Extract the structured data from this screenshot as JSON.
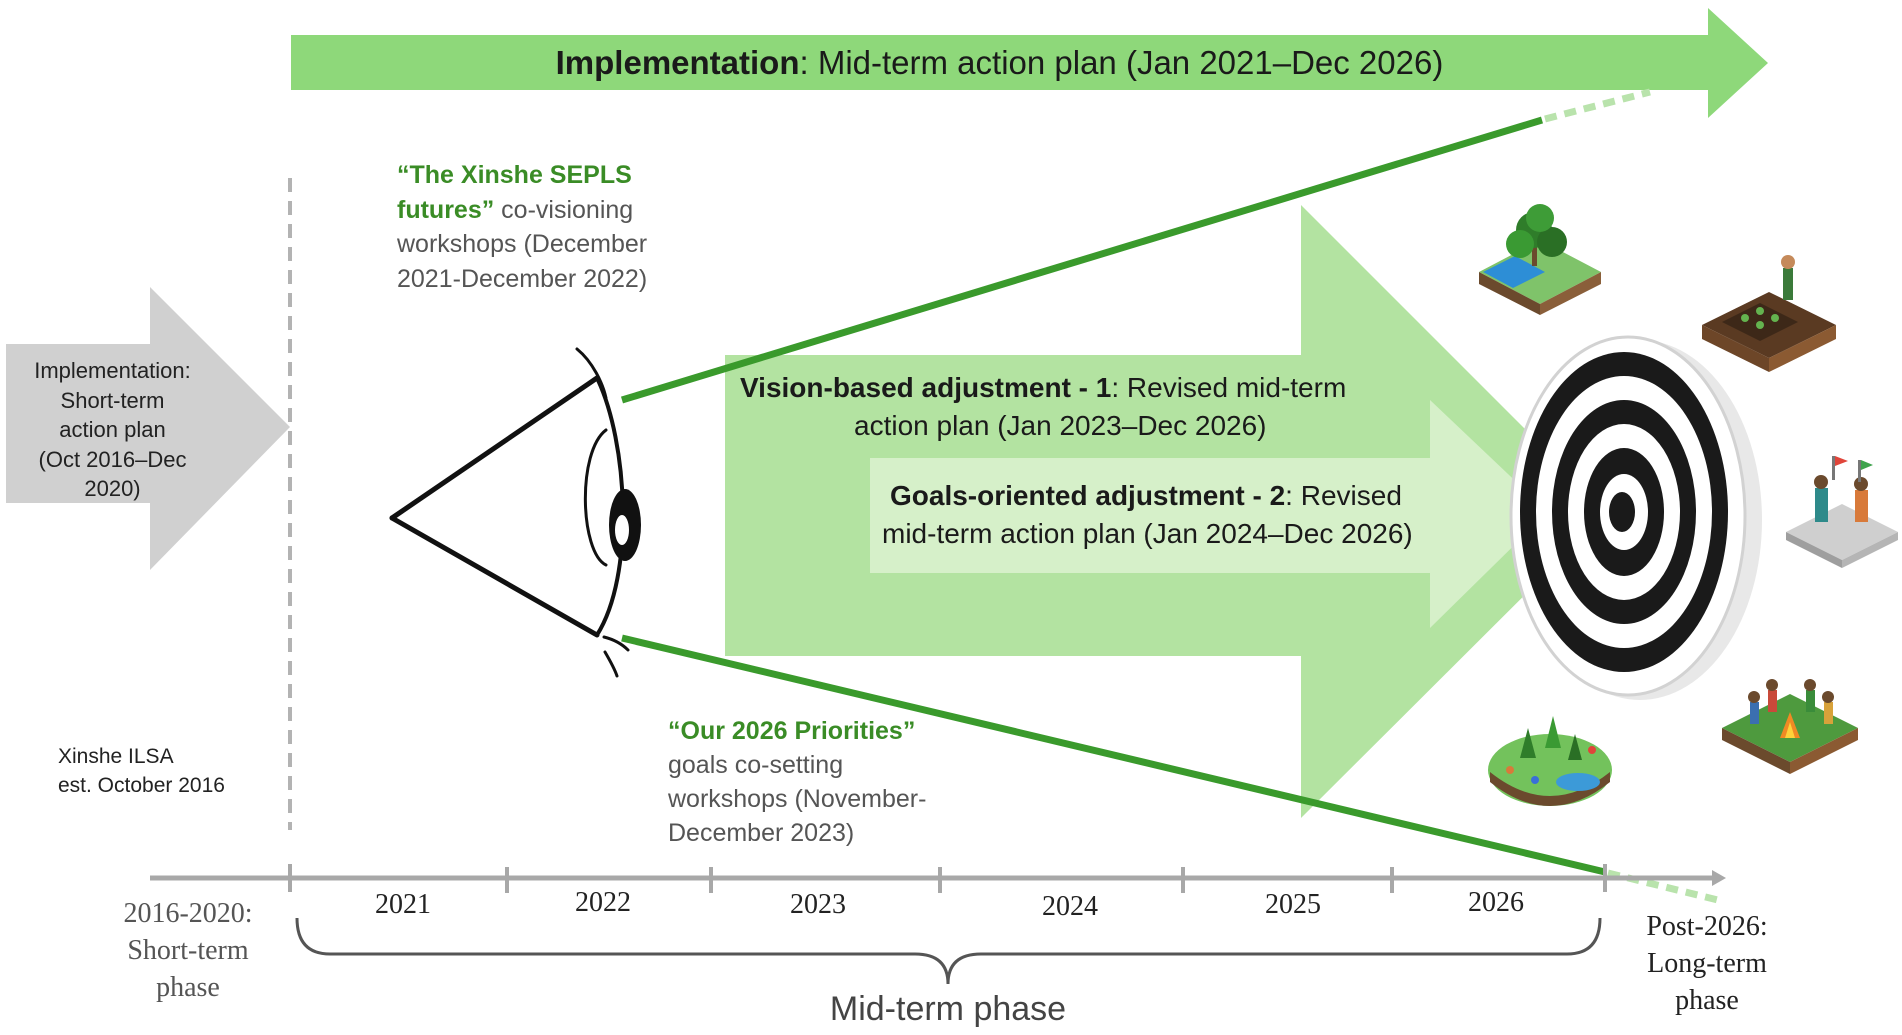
{
  "top_banner": {
    "bold": "Implementation",
    "rest": ": Mid-term action plan (Jan 2021–Dec 2026)"
  },
  "short_term_arrow": {
    "label_lines": [
      "Implementation:",
      "Short-term",
      "action plan",
      "(Oct 2016–Dec",
      "2020)"
    ]
  },
  "establishment": {
    "lines": [
      "Xinshe ILSA",
      "est. October 2016"
    ]
  },
  "visioning_workshop": {
    "quote_lines": [
      "“The Xinshe SEPLS",
      "futures”"
    ],
    "rest_first": " co-visioning",
    "rest_lines": [
      "workshops (December",
      "2021-December 2022)"
    ]
  },
  "priorities_workshop": {
    "quote": "“Our 2026 Priorities”",
    "lines": [
      "goals co-setting",
      "workshops (November-",
      "December 2023)"
    ]
  },
  "adjustment_1": {
    "bold": "Vision-based adjustment - 1",
    "rest_first": ": Revised mid-term",
    "second_line": "action plan (Jan 2023–Dec 2026)"
  },
  "adjustment_2": {
    "bold": "Goals-oriented adjustment - 2",
    "rest_first": ": Revised",
    "second_line": "mid-term action plan (Jan 2024–Dec 2026)"
  },
  "timeline": {
    "years": [
      "2021",
      "2022",
      "2023",
      "2024",
      "2025",
      "2026"
    ],
    "short_phase_lines": [
      "2016-2020:",
      "Short-term",
      "phase"
    ],
    "mid_phase": "Mid-term phase",
    "long_phase_lines": [
      "Post-2026:",
      "Long-term",
      "phase"
    ]
  },
  "icons": [
    "forest-water-landscape-icon",
    "farming-plot-icon",
    "community-meeting-icon",
    "park-recreation-icon",
    "campfire-gathering-icon",
    "target-icon",
    "eye-icon"
  ],
  "colors": {
    "banner_green": "#8ed87a",
    "vision_arrow_green": "#b3e3a1",
    "goals_arrow_green": "#d6f0c9",
    "line_green": "#3a9a2c",
    "text_green": "#3a8c26",
    "grey_arrow": "#d0d0d0",
    "axis_grey": "#a8a8a8"
  }
}
